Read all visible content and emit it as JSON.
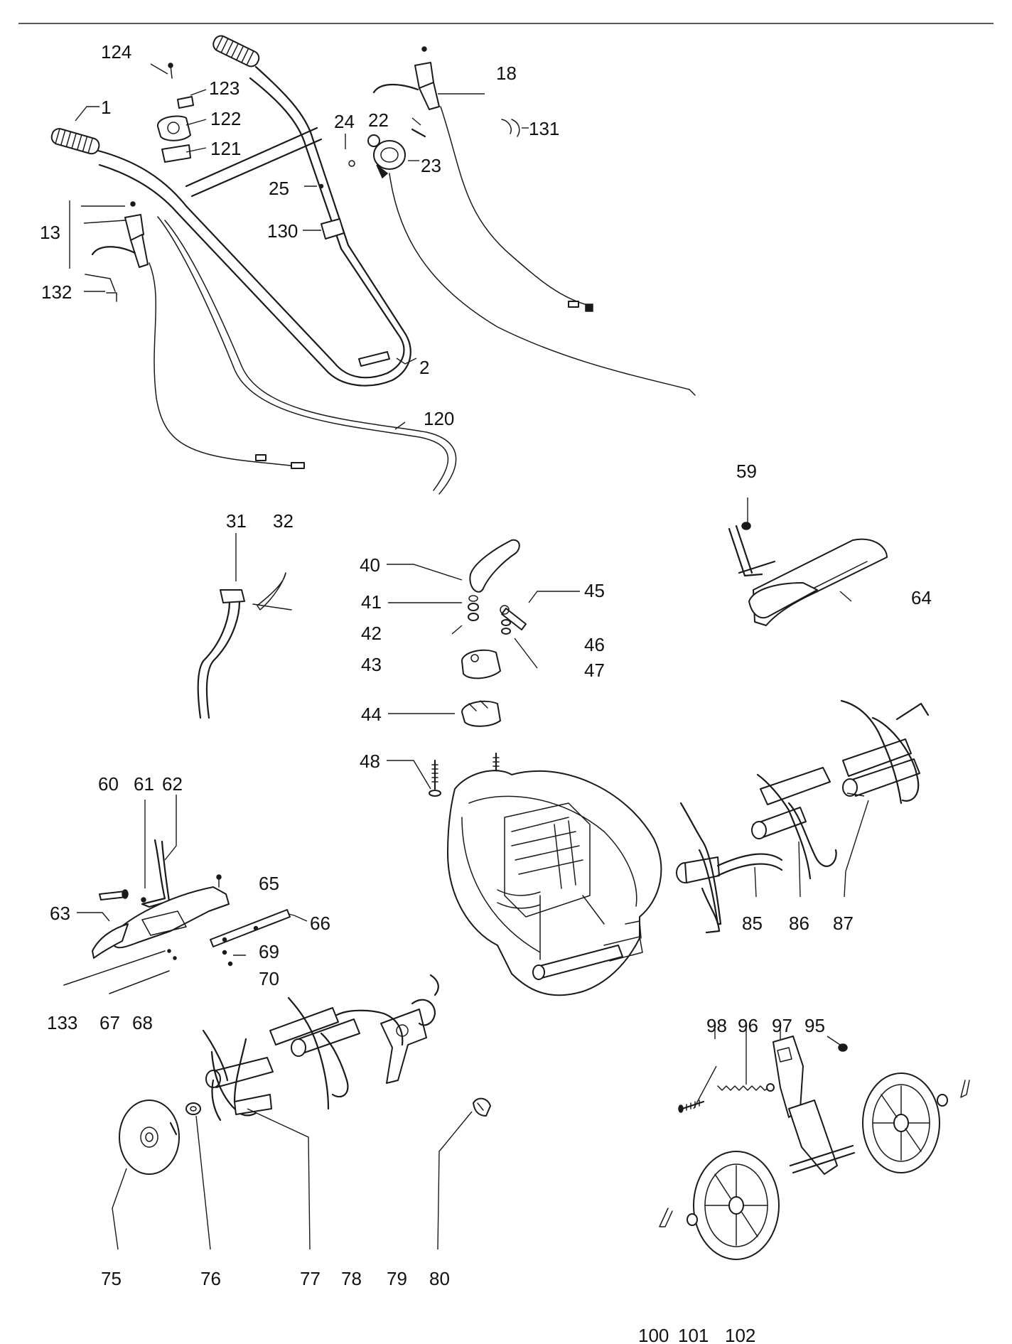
{
  "diagram": {
    "type": "exploded-parts-diagram",
    "callouts": {
      "c1": "1",
      "c2": "2",
      "c13": "13",
      "c18": "18",
      "c22": "22",
      "c23": "23",
      "c24": "24",
      "c25": "25",
      "c31": "31",
      "c32": "32",
      "c40": "40",
      "c41": "41",
      "c42": "42",
      "c43": "43",
      "c44": "44",
      "c45": "45",
      "c46": "46",
      "c47": "47",
      "c48": "48",
      "c59": "59",
      "c60": "60",
      "c61": "61",
      "c62": "62",
      "c63": "63",
      "c64": "64",
      "c65": "65",
      "c66": "66",
      "c67": "67",
      "c68": "68",
      "c69": "69",
      "c70": "70",
      "c75": "75",
      "c76": "76",
      "c77": "77",
      "c78": "78",
      "c79": "79",
      "c80": "80",
      "c85": "85",
      "c86": "86",
      "c87": "87",
      "c95": "95",
      "c96": "96",
      "c97": "97",
      "c98": "98",
      "c100": "100",
      "c101": "101",
      "c102": "102",
      "c120": "120",
      "c121": "121",
      "c122": "122",
      "c123": "123",
      "c124": "124",
      "c130": "130",
      "c131": "131",
      "c132": "132",
      "c133": "133"
    }
  }
}
